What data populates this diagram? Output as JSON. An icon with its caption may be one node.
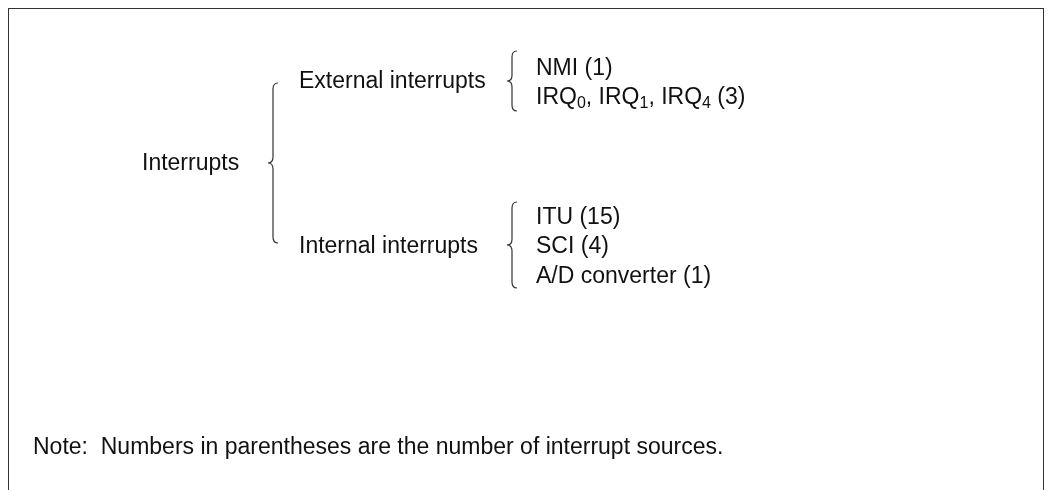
{
  "diagram": {
    "labels": [
      "Interrupts",
      "External interrupts",
      "NMI (1)",
      "IRQ$_{0}$, IRQ$_{1}$, IRQ$_{4}$ (3)",
      "Internal interrupts",
      "ITU (15)",
      "SCI (4)",
      "A/D converter (1)",
      "Note:  Numbers in parentheses are the number of interrupt sources."
    ]
  }
}
